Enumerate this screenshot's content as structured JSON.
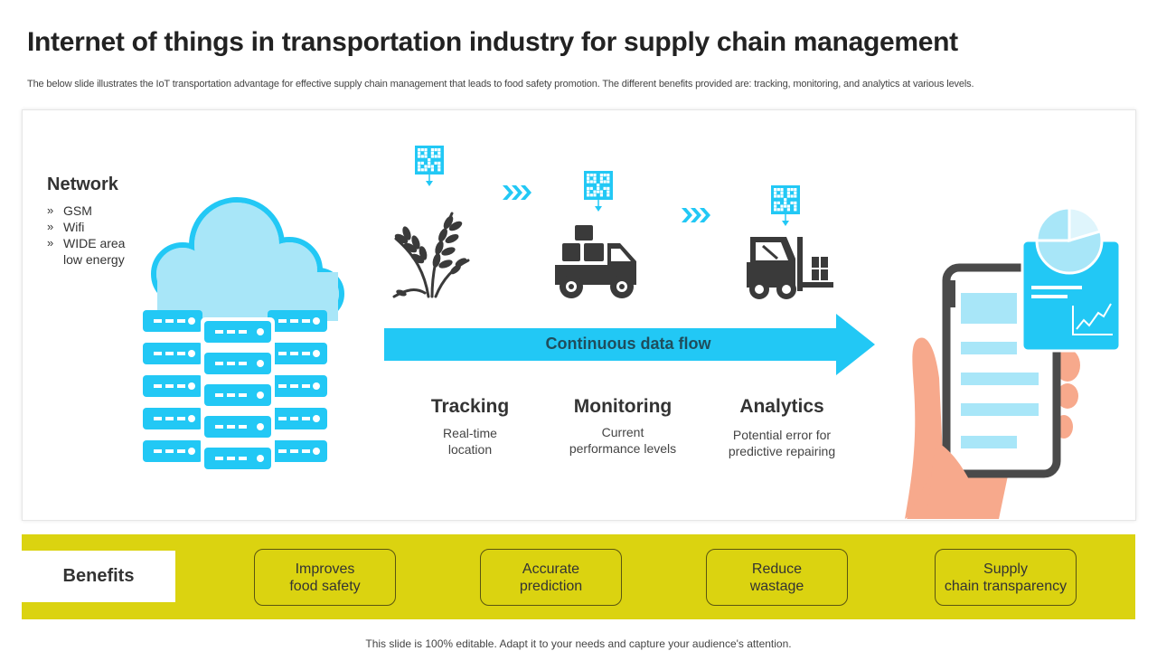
{
  "title": "Internet of things in transportation industry for supply chain management",
  "subtitle": "The below slide illustrates the IoT transportation advantage for effective supply chain management that leads to food safety promotion. The different benefits provided are: tracking, monitoring, and analytics at various levels.",
  "network": {
    "title": "Network",
    "bullet_glyph": "»",
    "items": [
      "GSM",
      "Wifi",
      "WIDE area",
      "low energy"
    ]
  },
  "flow": {
    "label": "Continuous data flow"
  },
  "stages": [
    {
      "title": "Tracking",
      "desc": [
        "Real-time",
        "location"
      ]
    },
    {
      "title": "Monitoring",
      "desc": [
        "Current",
        "performance levels"
      ]
    },
    {
      "title": "Analytics",
      "desc": [
        "Potential error for",
        "predictive repairing"
      ]
    }
  ],
  "benefits": {
    "label": "Benefits",
    "items": [
      [
        "Improves",
        "food safety"
      ],
      [
        "Accurate",
        "prediction"
      ],
      [
        "Reduce",
        "wastage"
      ],
      [
        "Supply",
        "chain transparency"
      ]
    ]
  },
  "footer": "This slide is 100% editable. Adapt it to your needs and capture your audience's attention.",
  "colors": {
    "accent_blue": "#22c8f5",
    "light_blue": "#a8e6f8",
    "dark_icon": "#3a3a3a",
    "benefits_yellow": "#dbd310",
    "skin": "#f7a98c"
  },
  "icons": [
    "cloud-icon",
    "server-icon",
    "qr-code-icon",
    "wheat-icon",
    "delivery-truck-icon",
    "forklift-icon",
    "chevron-right-icon",
    "smartphone-icon",
    "hand-icon",
    "pie-chart-icon",
    "line-chart-icon"
  ]
}
